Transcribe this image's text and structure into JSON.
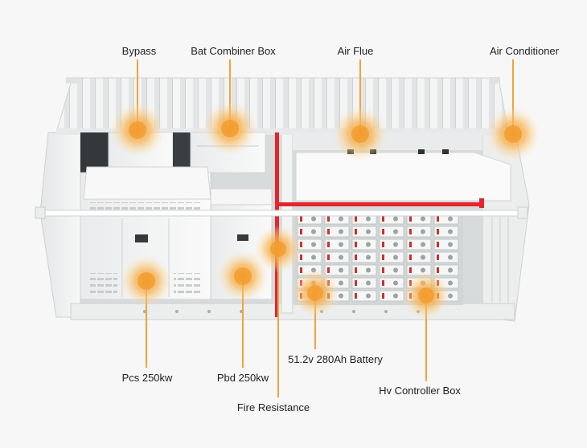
{
  "colors": {
    "accent": "#f2a33a",
    "glow": "#f6b24f",
    "fire_pipe": "#e2262b",
    "container_white": "#f4f5f5",
    "container_shadow": "#d9dcdd",
    "battery_red": "#c8322b",
    "label_text": "#222222"
  },
  "callouts": [
    {
      "id": "bypass",
      "label": "Bypass"
    },
    {
      "id": "bat-combiner-box",
      "label": "Bat Combiner Box"
    },
    {
      "id": "air-flue",
      "label": "Air Flue"
    },
    {
      "id": "air-conditioner",
      "label": "Air Conditioner"
    },
    {
      "id": "pcs",
      "label": "Pcs 250kw"
    },
    {
      "id": "pbd",
      "label": "Pbd 250kw"
    },
    {
      "id": "fire-resistance",
      "label": "Fire Resistance"
    },
    {
      "id": "battery",
      "label": "51.2v 280Ah Battery"
    },
    {
      "id": "hv-controller-box",
      "label": "Hv Controller Box"
    }
  ]
}
